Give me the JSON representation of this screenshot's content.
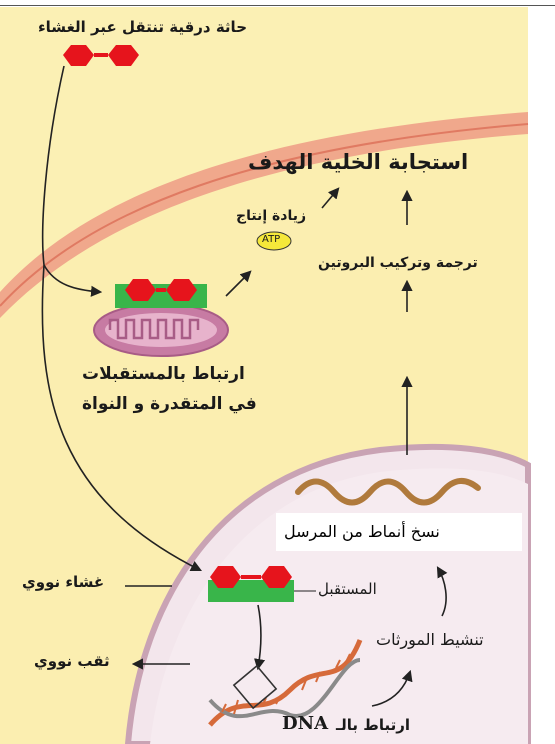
{
  "labels": {
    "title_steroid": "حاثة درقية تنتقل عبر الغشاء",
    "target_response": "استجابة الخلية الهدف",
    "increase_production": "زيادة إنتاج",
    "atp": "ATP",
    "protein_synthesis": "ترجمة وتركيب البروتين",
    "mito_binding_line1": "ارتباط بالمستقبلات",
    "mito_binding_line2": "في المتقدرة و النواة",
    "mrna_transcription": "نسخ أنماط من المرسل",
    "nuclear_envelope": "غشاء نووي",
    "receptor": "المستقبل",
    "gene_activation": "تنشيط المورثات",
    "nuclear_pore": "ثقب نووي",
    "dna_binding_arabic": "ارتباط بالـ",
    "dna_binding_dna": "DNA"
  },
  "colors": {
    "background": "#fbf0b4",
    "membrane": "#f0a88c",
    "membrane_inner": "#e88a72",
    "nucleus": "#f2e4ea",
    "nucleus_border": "#c9a3b4",
    "hormone": "#e6141c",
    "receptor": "#39b54a",
    "mitochondrion": "#c77ba3",
    "mrna": "#b07a3c",
    "atp": "#f5e83a",
    "dna_a": "#d66a3a",
    "dna_b": "#8a8a8a"
  }
}
